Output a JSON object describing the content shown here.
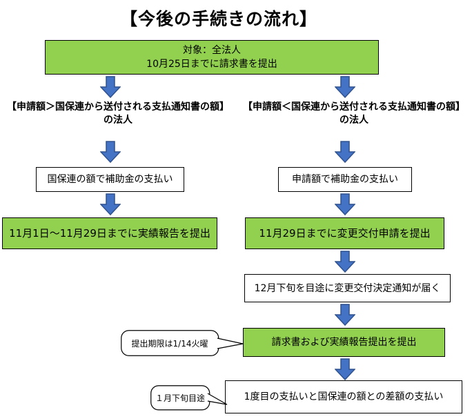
{
  "title": "【今後の手続きの流れ】",
  "flow": {
    "start": {
      "line1": "対象：全法人",
      "line2": "10月25日までに請求書を提出"
    },
    "left_branch": {
      "heading_line1": "【申請額＞国保連から送付される支払通知書の額】",
      "heading_line2": "の法人",
      "step_payment": "国保連の額で補助金の支払い",
      "step_report": "11月1日～11月29日までに実績報告を提出"
    },
    "right_branch": {
      "heading_line1": "【申請額＜国保連から送付される支払通知書の額】",
      "heading_line2": "の法人",
      "step_payment": "申請額で補助金の支払い",
      "step_change_application": "11月29日までに変更交付申請を提出",
      "step_notice": "12月下旬を目途に変更交付決定通知が届く",
      "step_invoice": "請求書および実績報告提出を提出",
      "step_difference": "1度目の支払いと国保連の額との差額の支払い"
    },
    "callouts": [
      {
        "text": "提出期限は1/14火曜"
      },
      {
        "text": "１月下旬目途"
      }
    ]
  },
  "colors": {
    "green_fill": "#92D050",
    "arrow_fill": "#4472C4",
    "arrow_border": "#2F528F",
    "box_border": "#000000"
  }
}
